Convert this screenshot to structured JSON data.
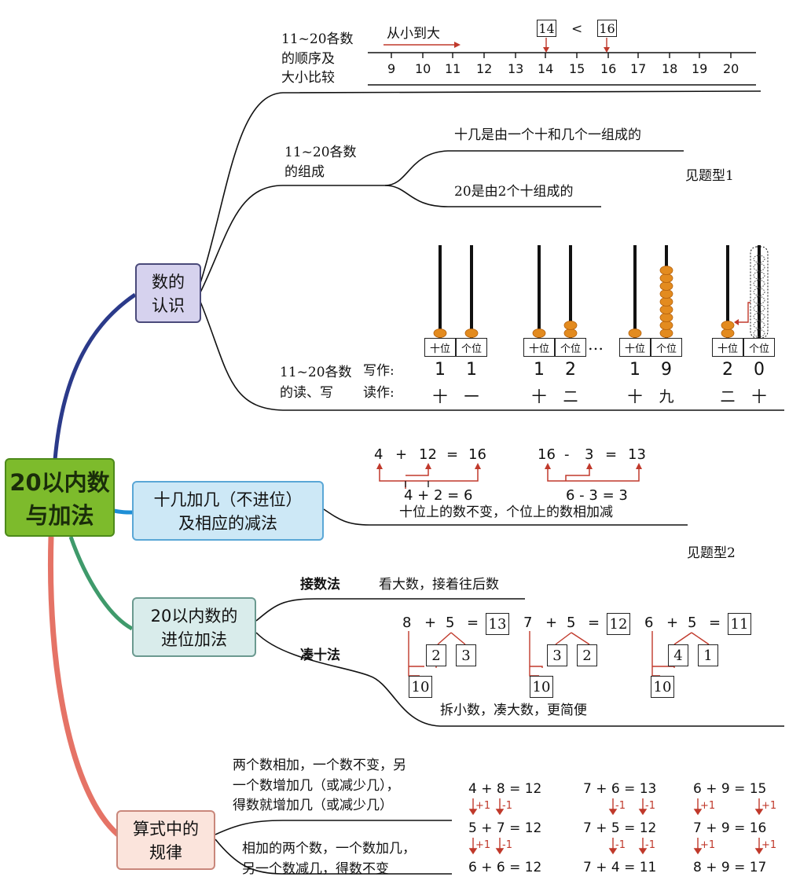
{
  "root": {
    "label": "20以内数\n与加法"
  },
  "branches": {
    "shu_de_renshi": {
      "label": "数的\n认识"
    },
    "shiji_jiaji": {
      "label": "十几加几（不进位）\n及相应的减法"
    },
    "jinwei": {
      "label": "20以内数的\n进位加法"
    },
    "guilv": {
      "label": "算式中的\n规律"
    }
  },
  "ordering": {
    "label": "11~20各数\n的顺序及\n大小比较",
    "direction": "从小到大",
    "compare": {
      "left": "14",
      "symbol": "<",
      "right": "16"
    },
    "ticks": [
      "9",
      "10",
      "11",
      "12",
      "13",
      "14",
      "15",
      "16",
      "17",
      "18",
      "19",
      "20"
    ]
  },
  "composition": {
    "label": "11~20各数\n的组成",
    "line1": "十几是由一个十和几个一组成的",
    "line2": "20是由2个十组成的",
    "see": "见题型1"
  },
  "read_write": {
    "label": "11~20各数\n的读、写",
    "write_label": "写作:",
    "read_label": "读作:",
    "tens_label": "十位",
    "ones_label": "个位",
    "ellipsis": "…",
    "abacus": [
      {
        "write": [
          "1",
          "1"
        ],
        "read": [
          "十",
          "一"
        ],
        "tens_beads": 1,
        "ones_beads": 1
      },
      {
        "write": [
          "1",
          "2"
        ],
        "read": [
          "十",
          "二"
        ],
        "tens_beads": 1,
        "ones_beads": 2
      },
      {
        "write": [
          "1",
          "9"
        ],
        "read": [
          "十",
          "九"
        ],
        "tens_beads": 1,
        "ones_beads": 9
      },
      {
        "write": [
          "2",
          "0"
        ],
        "read": [
          "二",
          "十"
        ],
        "tens_beads": 2,
        "ones_beads": 0
      }
    ]
  },
  "no_carry": {
    "eq1": {
      "a": "4",
      "op1": "+",
      "b": "12",
      "op2": "=",
      "c": "16",
      "sub": "4 + 2 = 6"
    },
    "eq2": {
      "a": "16",
      "op1": "-",
      "b": "3",
      "op2": "=",
      "c": "13",
      "sub": "6 - 3 = 3"
    },
    "note": "十位上的数不变，个位上的数相加减",
    "see": "见题型2"
  },
  "carry": {
    "method1": {
      "name": "接数法",
      "desc": "看大数，接着往后数"
    },
    "method2": {
      "name": "凑十法",
      "desc": "拆小数，凑大数，更简便"
    },
    "plus": "+",
    "equals": "=",
    "examples": [
      {
        "a": "8",
        "b": "5",
        "result": "13",
        "split": [
          "2",
          "3"
        ],
        "ten": "10"
      },
      {
        "a": "7",
        "b": "5",
        "result": "12",
        "split": [
          "3",
          "2"
        ],
        "ten": "10"
      },
      {
        "a": "6",
        "b": "5",
        "result": "11",
        "split": [
          "4",
          "1"
        ],
        "ten": "10"
      }
    ]
  },
  "rules": {
    "rule1": "两个数相加，一个数不变，另\n一个数增加几（或减少几），\n得数就增加几（或减少几）",
    "rule2": "相加的两个数，一个数加几，\n另一个数减几，得数不变",
    "columns": [
      {
        "eqs": [
          "4 + 8 = 12",
          "5 + 7 = 12",
          "6 + 6 = 12"
        ],
        "marks": [
          [
            "+1",
            "-1"
          ],
          [
            "+1",
            "-1"
          ]
        ]
      },
      {
        "eqs": [
          "7 + 6 = 13",
          "7 + 5 = 12",
          "7 + 4 = 11"
        ],
        "marks": [
          [
            "-1",
            "-1"
          ],
          [
            "-1",
            "-1"
          ]
        ]
      },
      {
        "eqs": [
          "6 + 9 = 15",
          "7 + 9 = 16",
          "8 + 9 = 17"
        ],
        "marks": [
          [
            "+1",
            "+1"
          ],
          [
            "+1",
            "+1"
          ]
        ]
      }
    ]
  },
  "colors": {
    "root_fill": "#7dbb2c",
    "branch1_fill": "#d6d2ee",
    "branch2_fill": "#cde8f6",
    "branch3_fill": "#d9eceb",
    "branch4_fill": "#fbe4dc",
    "line_navy": "#2b3a8a",
    "line_blue": "#1e8fd6",
    "line_green": "#3f9a6b",
    "line_red": "#e57366",
    "bead": "#e38b1f",
    "red": "#c0392b"
  }
}
